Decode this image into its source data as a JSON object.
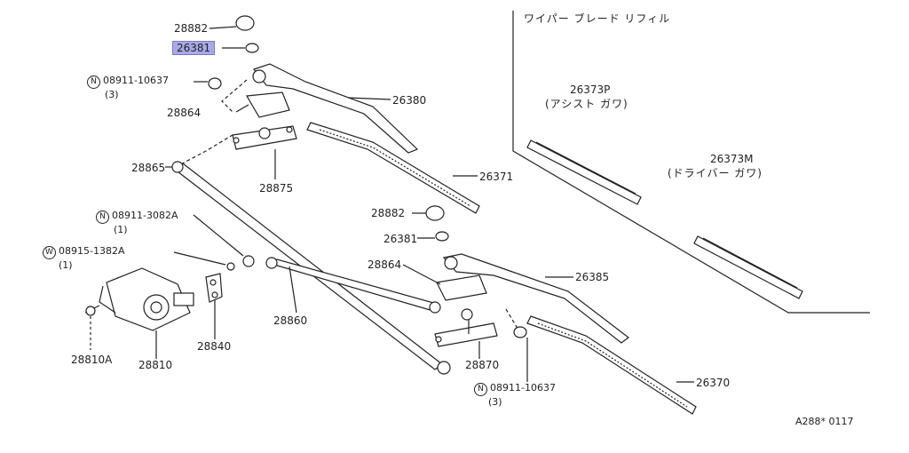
{
  "diagram": {
    "refill_header": "ワイパー ブレード リフィル",
    "refills": [
      {
        "part": "26373P",
        "desc": "(アシスト ガワ)"
      },
      {
        "part": "26373M",
        "desc": "(ドライバー ガワ)"
      }
    ],
    "parts": {
      "p28882_top": "28882",
      "p26381_top": "26381",
      "p26380": "26380",
      "p28864_top": "28864",
      "p28875": "28875",
      "p28865": "28865",
      "p26371": "26371",
      "p28882_mid": "28882",
      "p26381_mid": "26381",
      "p28864_mid": "28864",
      "p26385": "26385",
      "p28860": "28860",
      "p28840": "28840",
      "p28810": "28810",
      "p28810A": "28810A",
      "p28870": "28870",
      "p26370": "26370"
    },
    "hardware": [
      {
        "badge": "N",
        "code": "08911-10637",
        "qty": "(3)"
      },
      {
        "badge": "N",
        "code": "08911-3082A",
        "qty": "(1)"
      },
      {
        "badge": "W",
        "code": "08915-1382A",
        "qty": "(1)"
      },
      {
        "badge": "N",
        "code": "08911-10637",
        "qty": "(3)"
      }
    ],
    "footer_code": "A288* 0117",
    "highlight_color": "#a9a9e8"
  }
}
